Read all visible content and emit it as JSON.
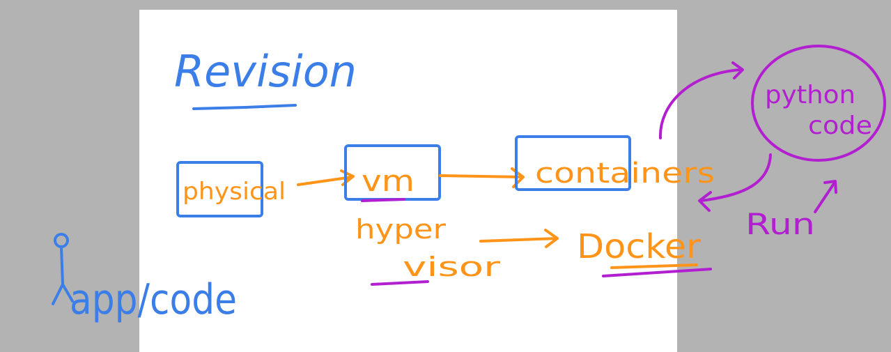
{
  "colors": {
    "background": "#b3b3b3",
    "board": "#ffffff",
    "blue_ink": "#3b7ee8",
    "orange_ink": "#ff9419",
    "magenta_ink": "#b21fd0"
  },
  "title": "Revision",
  "nodes": {
    "physical": "physical",
    "vm": "vm",
    "containers": "containers",
    "hypervisor_line1": "hyper",
    "hypervisor_line2": "visor",
    "docker": "Docker",
    "python_line1": "python",
    "python_line2": "code",
    "app_code": "app/code",
    "run": "Run"
  }
}
